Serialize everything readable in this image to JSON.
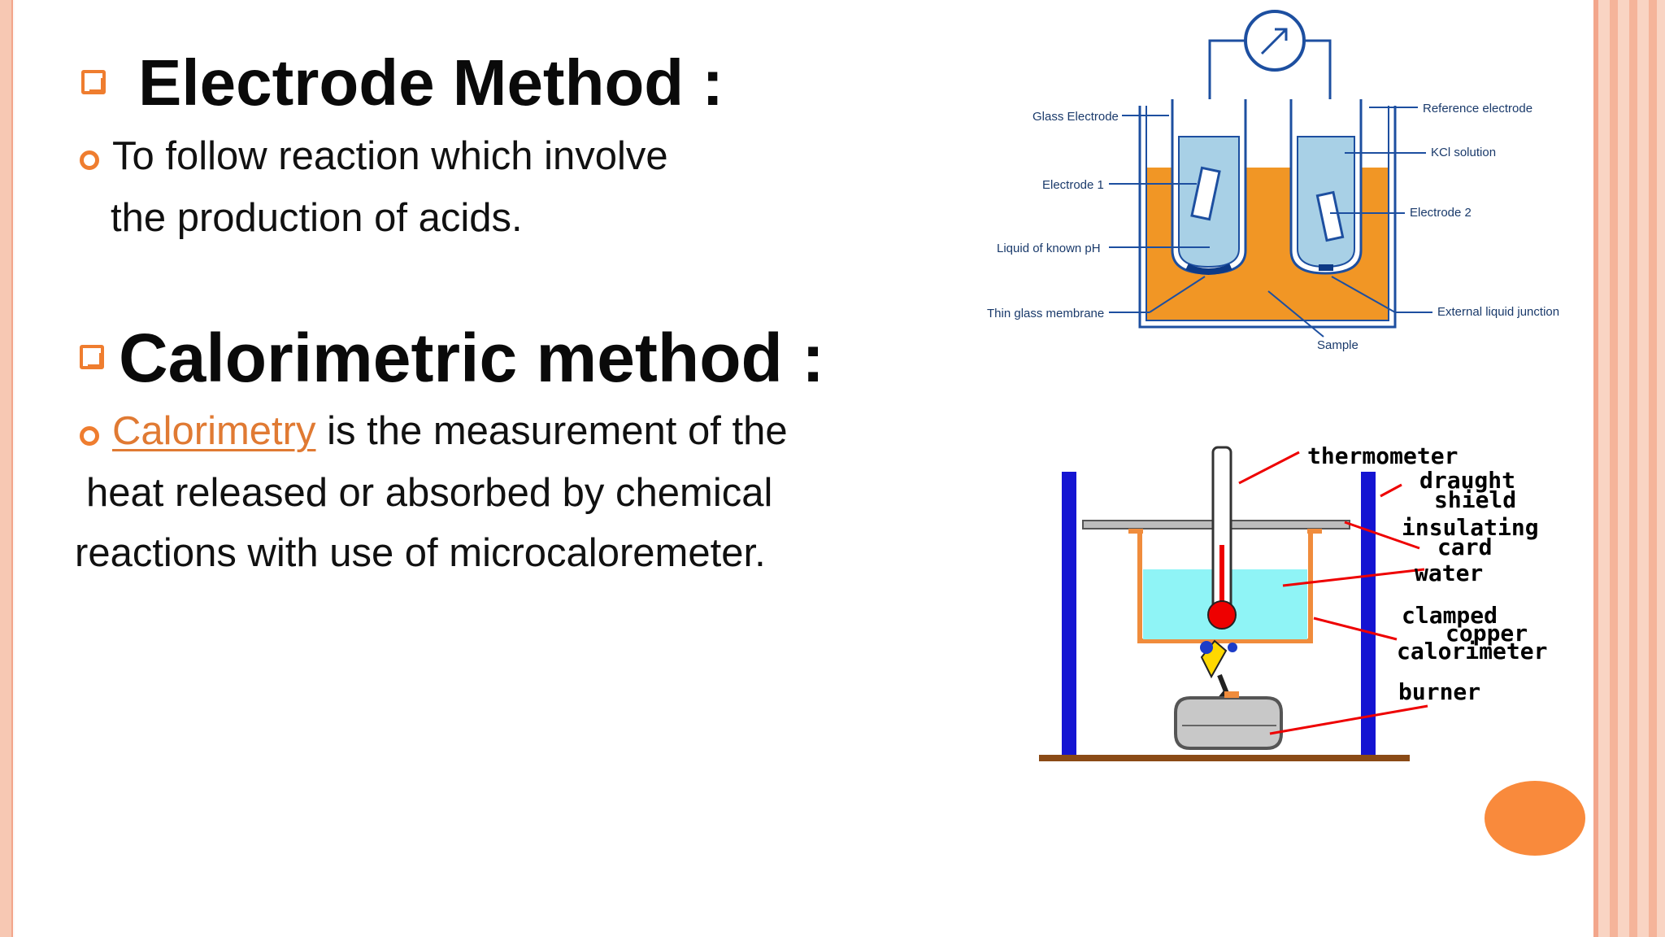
{
  "heading1": "Electrode Method :",
  "bullet1_line1": "To follow reaction which involve",
  "bullet1_line2": "the production of acids.",
  "heading2": "Calorimetric method :",
  "bullet2_link": "Calorimetry",
  "bullet2_line1_rest": " is the measurement of the",
  "bullet2_line2": "heat released or absorbed by chemical",
  "bullet2_line3": "reactions with use of microcaloremeter.",
  "colors": {
    "accent": "#ef7d2f",
    "link": "#e07a33",
    "stand": "#1414d2",
    "water": "#8ff4f6"
  },
  "diagram1": {
    "glass_electrode": "Glass Electrode",
    "electrode1": "Electrode 1",
    "liquid_known_ph": "Liquid of known pH",
    "thin_membrane": "Thin glass membrane",
    "reference_electrode": "Reference electrode",
    "kcl_solution": "KCl solution",
    "electrode2": "Electrode 2",
    "external_junction": "External liquid junction",
    "sample": "Sample",
    "meter_icon": "meter-icon"
  },
  "diagram2": {
    "thermometer": "thermometer",
    "draught1": "draught",
    "draught2": "shield",
    "insulating1": "insulating",
    "insulating2": "card",
    "water": "water",
    "clamped1": "clamped",
    "clamped2": "copper",
    "clamped3": "calorimeter",
    "burner": "burner"
  }
}
